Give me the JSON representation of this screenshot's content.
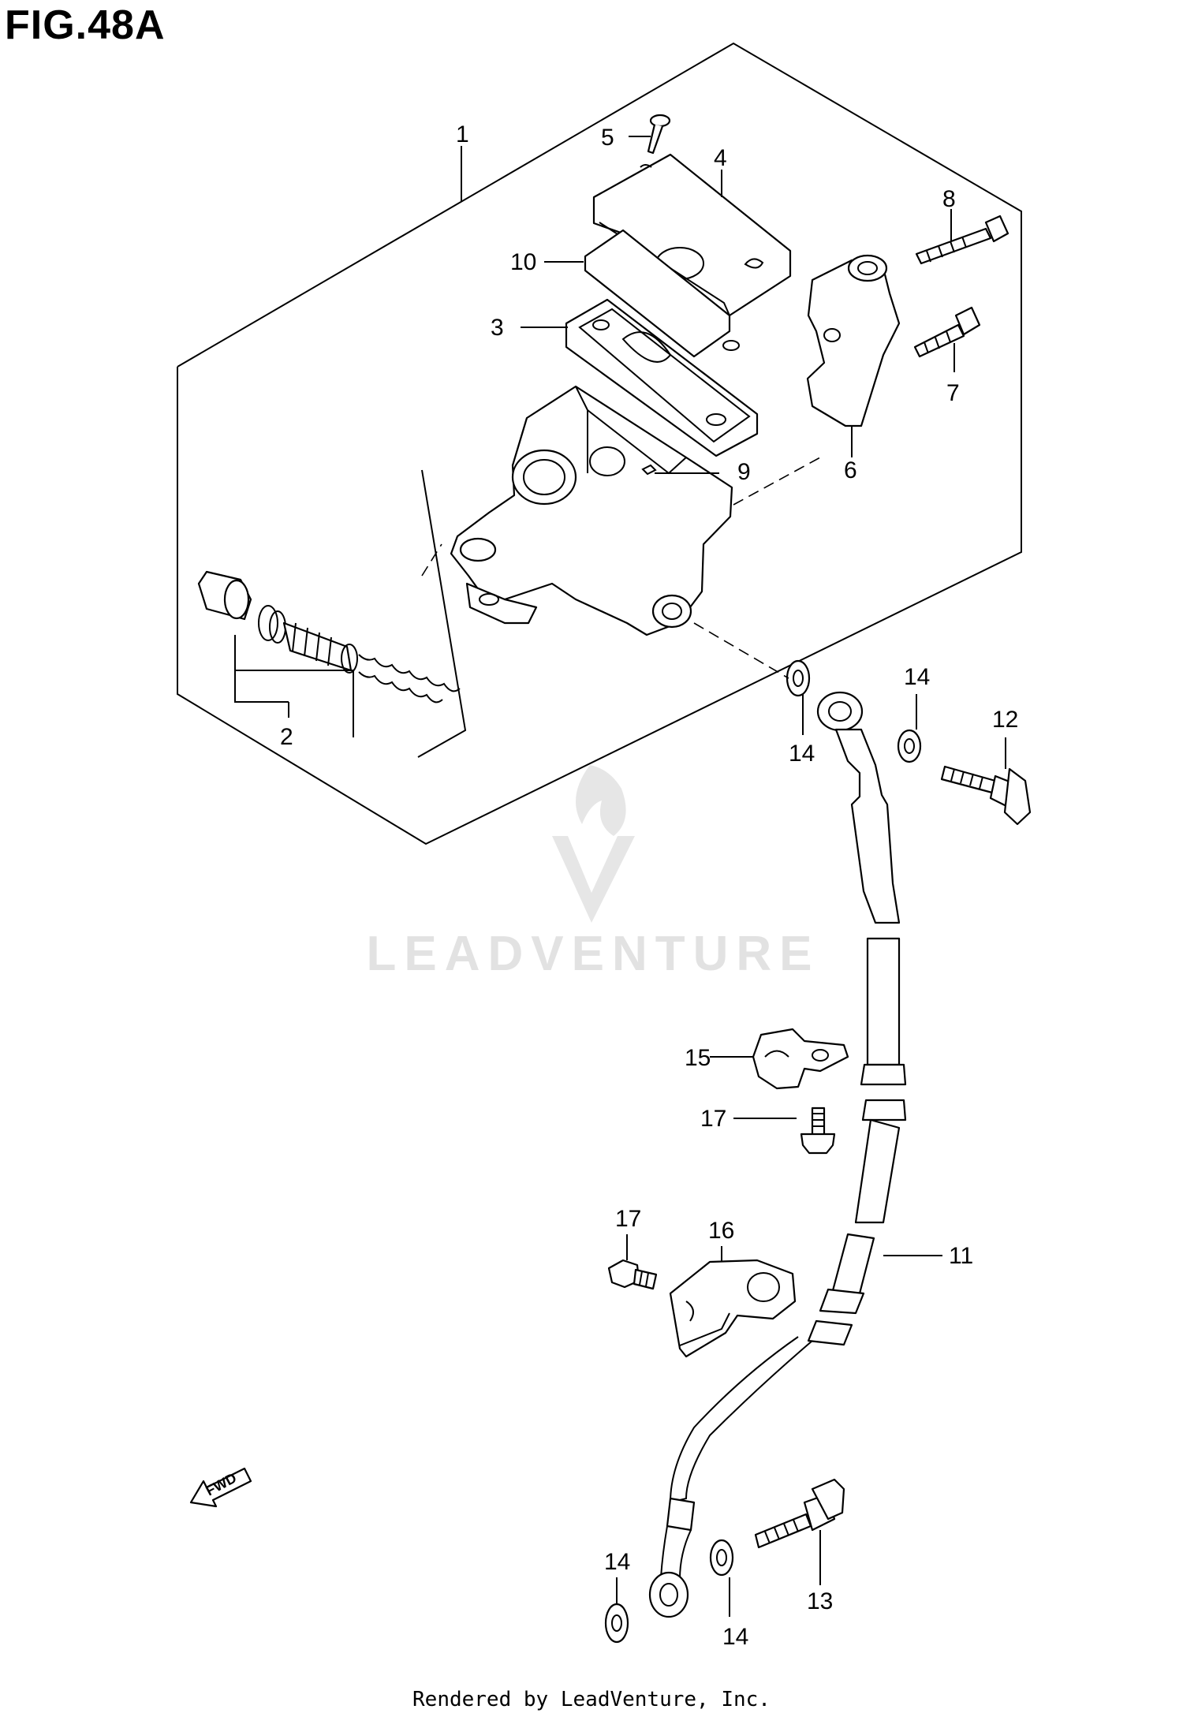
{
  "figure": {
    "title": "FIG.48A"
  },
  "watermark": {
    "text": "LEADVENTURE"
  },
  "fwd_label": "FWD",
  "footer": {
    "text": "Rendered by LeadVenture, Inc."
  },
  "callouts": {
    "c1": "1",
    "c2": "2",
    "c3": "3",
    "c4": "4",
    "c5": "5",
    "c6": "6",
    "c7": "7",
    "c8": "8",
    "c9": "9",
    "c10": "10",
    "c11": "11",
    "c12": "12",
    "c13": "13",
    "c14a": "14",
    "c14b": "14",
    "c14c": "14",
    "c14d": "14",
    "c15": "15",
    "c16": "16",
    "c17a": "17",
    "c17b": "17"
  }
}
